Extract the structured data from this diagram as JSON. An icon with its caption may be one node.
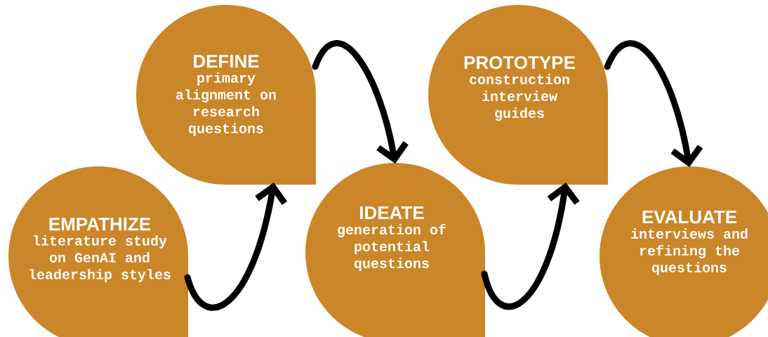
{
  "diagram": {
    "nodes": [
      {
        "text": [
          "EMPATHIZE",
          "literature study on GenAI and leadership styles"
        ]
      },
      {
        "text": [
          "DEFINE",
          "primary alignment on research questions"
        ]
      },
      {
        "text": [
          "IDEATE",
          "generation of potential questions"
        ]
      },
      {
        "text": [
          "PROTOTYPE",
          "construction interview guides"
        ]
      },
      {
        "text": [
          "EVALUATE",
          "interviews and refining the questions"
        ]
      }
    ],
    "edges": [
      {
        "from": 0,
        "to": 1,
        "arrow": "to"
      },
      {
        "from": 1,
        "to": 2,
        "arrow": "to"
      },
      {
        "from": 2,
        "to": 3,
        "arrow": "to"
      },
      {
        "from": 3,
        "to": 4,
        "arrow": "to"
      }
    ]
  }
}
